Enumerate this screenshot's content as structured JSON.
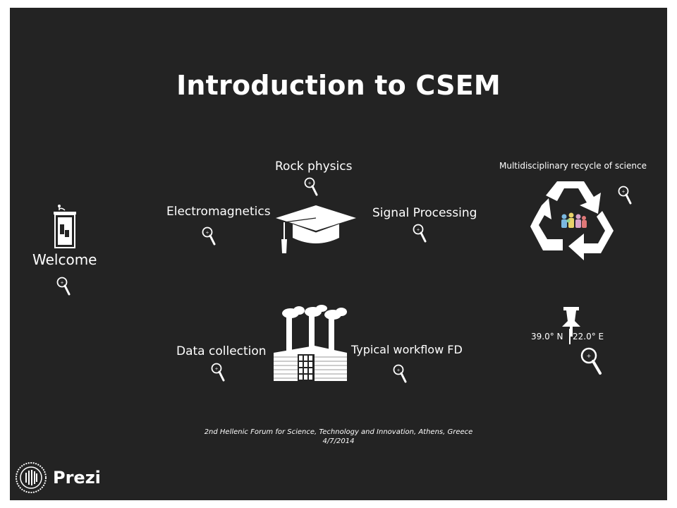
{
  "slide": {
    "title": "Introduction to CSEM",
    "footer_line1": "2nd Hellenic Forum for Science, Technology and Innovation, Athens, Greece",
    "footer_line2": "4/7/2014"
  },
  "topics": {
    "welcome": "Welcome",
    "rock_physics": "Rock physics",
    "electromagnetics": "Electromagnetics",
    "signal_processing": "Signal Processing",
    "multidisciplinary": "Multidisciplinary recycle of science",
    "data_collection": "Data collection",
    "typical_workflow": "Typical workflow FD"
  },
  "location": {
    "latitude": "39.0° N",
    "longitude": "22.0° E"
  },
  "brand": {
    "name": "Prezi"
  },
  "icons": {
    "zoom": "magnifier-icon",
    "podium": "podium-icon",
    "graduation_cap": "graduation-cap-icon",
    "recycle": "recycle-icon",
    "factory": "factory-icon",
    "pin": "pushpin-icon",
    "logo": "prezi-logo-icon"
  },
  "colors": {
    "background": "#232323",
    "foreground": "#ffffff"
  }
}
